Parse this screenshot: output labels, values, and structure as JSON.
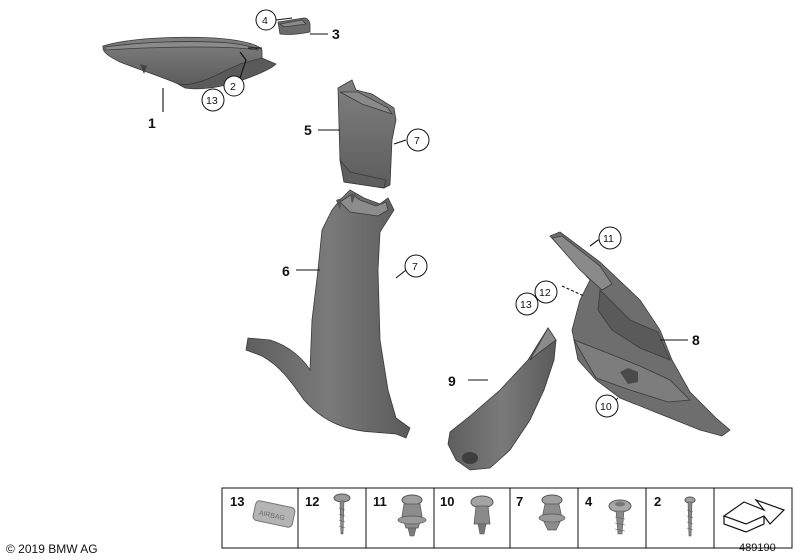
{
  "callouts": {
    "c1": "1",
    "c2": "2",
    "c3": "3",
    "c4": "4",
    "c5": "5",
    "c6": "6",
    "c7a": "7",
    "c7b": "7",
    "c8": "8",
    "c9": "9",
    "c10": "10",
    "c11": "11",
    "c12": "12",
    "c13a": "13",
    "c13b": "13"
  },
  "legend": {
    "items": [
      {
        "num": "13",
        "part": "airbag-emblem"
      },
      {
        "num": "12",
        "part": "screw"
      },
      {
        "num": "11",
        "part": "clip"
      },
      {
        "num": "10",
        "part": "clip"
      },
      {
        "num": "7",
        "part": "clip"
      },
      {
        "num": "4",
        "part": "screw"
      },
      {
        "num": "2",
        "part": "screw"
      }
    ],
    "emblem_text": "AIRBAG"
  },
  "footer": {
    "copyright": "© 2019 BMW AG",
    "diagram_number": "489190"
  },
  "colors": {
    "part_fill": "#6f6f6f",
    "part_light": "#8c8c8c",
    "part_dark": "#4f4f4f",
    "line": "#111111"
  }
}
